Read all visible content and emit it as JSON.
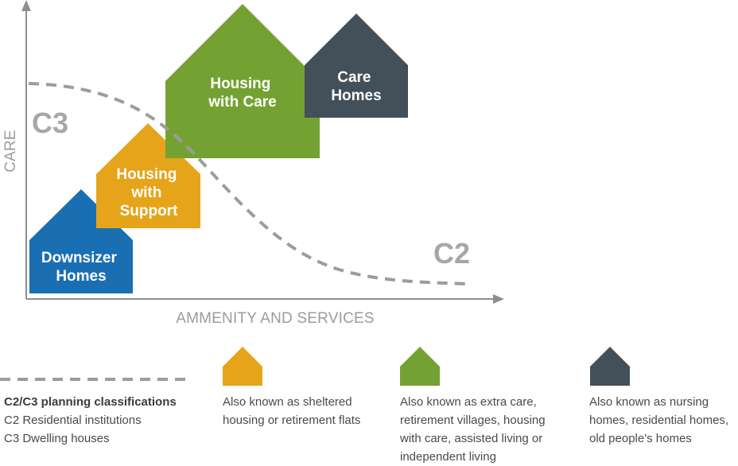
{
  "axes": {
    "y_label": "CARE",
    "x_label": "AMMENITY AND SERVICES"
  },
  "zones": {
    "c3": "C3",
    "c2": "C2"
  },
  "houses": {
    "downsizer": {
      "lines": [
        "Downsizer",
        "Homes"
      ],
      "color": "#1a6fb3"
    },
    "support": {
      "lines": [
        "Housing",
        "with",
        "Support"
      ],
      "color": "#e5a41a"
    },
    "care_housing": {
      "lines": [
        "Housing",
        "with Care"
      ],
      "color": "#74a232"
    },
    "care_homes": {
      "lines": [
        "Care",
        "Homes"
      ],
      "color": "#434f59"
    }
  },
  "colors": {
    "axis": "#8c8f92",
    "dashed_curve": "#9b9c9e"
  },
  "legend": {
    "planning": {
      "title": "C2/C3 planning classifications",
      "lines": [
        "C2 Residential institutions",
        "C3 Dwelling houses"
      ]
    },
    "support": {
      "lines": [
        "Also known as sheltered",
        "housing or retirement flats"
      ],
      "color": "#e5a41a"
    },
    "care_housing": {
      "lines": [
        "Also known as extra care,",
        "retirement villages, housing",
        "with care, assisted living or",
        "independent living"
      ],
      "color": "#74a232"
    },
    "care_homes": {
      "lines": [
        "Also known as nursing",
        "homes, residential homes,",
        "old people's homes"
      ],
      "color": "#434f59"
    }
  }
}
